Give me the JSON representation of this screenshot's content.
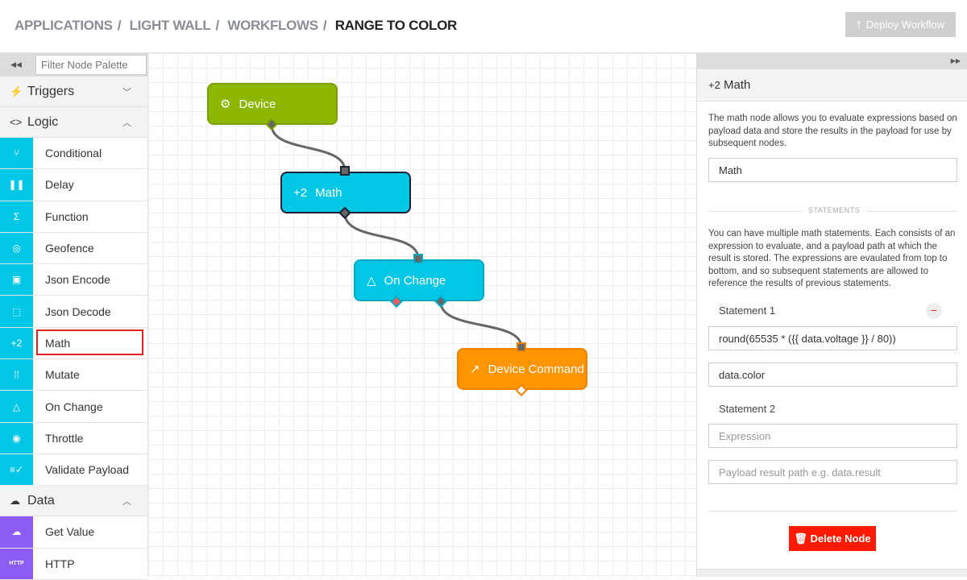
{
  "breadcrumb": [
    "Applications",
    "Light Wall",
    "Workflows",
    "Range to Color"
  ],
  "deploy_label": "Deploy Workflow",
  "sidebar": {
    "filter_placeholder": "Filter Node Palette",
    "sections": {
      "triggers": "Triggers",
      "logic": "Logic",
      "data": "Data"
    },
    "logic_items": [
      {
        "label": "Conditional",
        "icon": "⑂"
      },
      {
        "label": "Delay",
        "icon": "❚❚"
      },
      {
        "label": "Function",
        "icon": "Σ"
      },
      {
        "label": "Geofence",
        "icon": "◎"
      },
      {
        "label": "Json Encode",
        "icon": "▣"
      },
      {
        "label": "Json Decode",
        "icon": "⬚"
      },
      {
        "label": "Math",
        "icon": "+2"
      },
      {
        "label": "Mutate",
        "icon": "⁞⁞"
      },
      {
        "label": "On Change",
        "icon": "△"
      },
      {
        "label": "Throttle",
        "icon": "◉"
      },
      {
        "label": "Validate Payload",
        "icon": "≡✓"
      }
    ],
    "data_items": [
      {
        "label": "Get Value",
        "icon": "☁"
      },
      {
        "label": "HTTP",
        "icon": "HTTP"
      }
    ],
    "selected": "Math"
  },
  "nodes": [
    {
      "label": "Device",
      "icon": "⚙",
      "color": "#8db600"
    },
    {
      "label": "Math",
      "icon": "+2",
      "color": "#00c7e6"
    },
    {
      "label": "On Change",
      "icon": "△",
      "color": "#00c7e6"
    },
    {
      "label": "Device Command",
      "icon": "↗",
      "color": "#ff9500"
    }
  ],
  "panel": {
    "icon": "+2",
    "title": "Math",
    "description": "The math node allows you to evaluate expressions based on payload data and store the results in the payload for use by subsequent nodes.",
    "name_value": "Math",
    "statements_heading": "STATEMENTS",
    "statements_help": "You can have multiple math statements. Each consists of an expression to evaluate, and a payload path at which the result is stored. The expressions are evaulated from top to bottom, and so subsequent statements are allowed to reference the results of previous statements.",
    "statement1": {
      "label": "Statement 1",
      "expression": "round(65535 * ({{ data.voltage }} / 80))",
      "path": "data.color"
    },
    "statement2": {
      "label": "Statement 2",
      "expression_placeholder": "Expression",
      "path_placeholder": "Payload result path e.g. data.result"
    },
    "delete_label": "Delete Node"
  }
}
